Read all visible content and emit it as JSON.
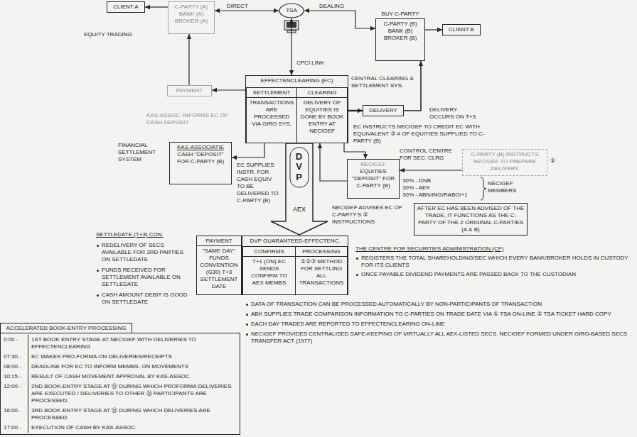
{
  "diagram": {
    "nodes": [
      {
        "text": [
          "CLIENT A"
        ]
      },
      {
        "text": [
          "C-PARTY (A) BANK (A) BROKER (A)"
        ]
      },
      {
        "text": [
          "TSA"
        ]
      },
      {
        "text": [
          "BUY C-PARTY",
          "C-PARTY (B) BANK (B) BROKER (B)"
        ]
      },
      {
        "text": [
          "CLIENT B"
        ]
      },
      {
        "text": [
          "EFFECTENCLEARING (EC)"
        ]
      },
      {
        "text": [
          "SETTLEMENT",
          "TRANSACTIONS ARE PROCESSED VIA GIRO SYS."
        ],
        "in": 5
      },
      {
        "text": [
          "CLEARING",
          "DELIVERY OF EQUITIES IS DONE BY BOOK ENTRY AT NECIGEF"
        ],
        "in": 5
      },
      {
        "text": [
          "PAYMENT"
        ]
      },
      {
        "text": [
          "DELIVERY"
        ]
      },
      {
        "text": [
          "KAS-ASSOCIATIE",
          "CASH \"DEPOSIT\" FOR C-PARTY (B)"
        ]
      },
      {
        "text": [
          "DVP",
          "AEX"
        ]
      },
      {
        "text": [
          "NECIGEF",
          "EQUITIES \"DEPOSIT\" FOR C-PARTY (B)"
        ]
      },
      {
        "text": [
          "C-PARTY (B) INSTRUCTS NECIGEF TO PREPARE DELIVERY"
        ]
      },
      {
        "text": [
          "AFTER EC HAS BEEN ADVISED OF THE TRADE, IT FUNCTIONS AS THE C-PARTY OF THE 2 ORIGINAL C-PARTIES (A & B)"
        ]
      },
      {
        "text": [
          "PAYMENT",
          "\"SAME DAY\" FUNDS CONVENTION (G30) T+3 SETTLEMENT DATE"
        ]
      },
      {
        "text": [
          "DVP GUARANTEED-EFFECTENC."
        ]
      },
      {
        "text": [
          "CONFIRMS",
          "T+1 (ON) EC SENDS CONFIRM TO AEX MEMBS"
        ],
        "in": 16
      },
      {
        "text": [
          "PROCESSING",
          "①②③ METHOD FOR SETTLING ALL TRANSACTIONS"
        ],
        "in": 16
      },
      {
        "text": [
          "ACCELERATED BOOK-ENTRY PROCESSING"
        ]
      },
      {
        "text": [
          "0:00 -",
          "1ST BOOK ENTRY STAGE AT NECIGEF WITH DELIVERIES TO EFFECTENCLEARING",
          "07:30 -",
          "EC MAKES PRO-FORMA ON DELIVERIES/RECEIPTS",
          "08:00 -",
          "DEADLINE FOR EC TO INFORM MEMBS. ON MOVEMENTS",
          "10:15 -",
          "RESULT OF CASH MOVEMENT APPROVAL BY KAS-ASSOC.",
          "12:00 -",
          "2ND BOOK-ENTRY STAGE AT Ⓝ DURING WHICH PROFORMA DELIVERIES ARE EXECUTED / DELIVERIES TO OTHER Ⓝ PARTICIPANTS ARE PROCESSED.",
          "16:00 -",
          "3RD BOOK-ENTRY STAGE AT Ⓝ DURING WHICH DELIVERIES ARE PROCESSED",
          "17:00 -",
          "EXECUTION OF CASH BY KAS-ASSOC."
        ]
      }
    ],
    "edges": [
      {
        "from": 1,
        "to": 0,
        "arrow": "to"
      },
      {
        "from": 1,
        "to": 2,
        "label": "DIRECT",
        "arrow": "both"
      },
      {
        "from": 2,
        "to": 3,
        "label": "DEALING",
        "arrow": "both"
      },
      {
        "from": 3,
        "to": 4,
        "arrow": "to"
      },
      {
        "from": 2,
        "to": 5,
        "label": "CPCI LINK",
        "arrow": "both"
      },
      {
        "from": 5,
        "to": 8,
        "arrow": "to"
      },
      {
        "from": 8,
        "to": 1,
        "arrow": "to"
      },
      {
        "from": 5,
        "to": 9,
        "arrow": "to"
      },
      {
        "from": 9,
        "to": 3,
        "arrow": "to"
      },
      {
        "from": 5,
        "to": 10,
        "label": "EC SUPPLIES INSTR. FOR CASH EQUIV TO BE DELIVERED TO C-PARTY (B)",
        "arrow": "to"
      },
      {
        "from": 5,
        "to": 12,
        "label": "EC INSTRUCTS NECIGEF TO CREDIT EC WITH EQUIVALENT ③ # OF EQUITIES SUPPLIED TO C-PARTY (B)",
        "arrow": "to"
      },
      {
        "from": 12,
        "to": 5,
        "label": "NECIGEF ADVISES EC OF C-PARTY'S ② INSTRUCTIONS",
        "arrow": "to"
      },
      {
        "from": 13,
        "to": 12,
        "arrow": "to"
      }
    ],
    "labels": [
      "EQUITY TRADING",
      "CENTRAL CLEARING & SETTLEMENT SYS.",
      "DELIVERY OCCURS ON T+3",
      "KAS-ASSOC. INFORMS EC OF CASH DEPOSIT",
      "FINANCIAL SETTLEMENT SYSTEM",
      "CONTROL CENTRE FOR SEC. CLRG",
      "①",
      "30% - DNB",
      "30% - AEX",
      "30% - ABN/ING/RABO/+1",
      "NECIGEF MEMBERS",
      "SETTLEDATE (T+3) CON.",
      "REDELIVERY OF SECS AVAILABLE FOR 3RD PARTIES ON SETTLEDATE",
      "FUNDS RECEIVED FOR SETTLEMENT AVAILABLE ON SETTLEDATE",
      "CASH AMOUNT DEBIT IS GOOD ON SETTLEDATE",
      "THE CENTRE FOR SECURITIES ADMINISTRATION (CF)",
      "REGISTERS THE TOTAL SHAREHOLDING/SEC WHICH EVERY BANK/BROKER HOLDS IN CUSTODY FOR ITS CLIENTS",
      "ONCE PAYABLE DIVIDEND PAYMENTS ARE PASSED BACK TO THE CUSTODIAN",
      "DATA OF TRANSACTION CAN BE PROCESSED AUTOMATICALLY BY NON-PARTICIPANTS OF TRANSACTION",
      "ABK SUPPLIES TRADE COMPARISON INFORMATION TO C-PARTIES ON TRADE DATE VIA ① TSA ON-LINE ② TSA TICKET HARD COPY",
      "EACH DAY TRADES ARE REPORTED TO EFFECTENCLEARING ON-LINE",
      "NECIGEF PROVIDES CENTRALISED SAFE-KEEPING OF VIRTUALLY ALL AEX-LISTED SECS. NECIGEF FORMED UNDER GIRO-BASED SECS TRANSFER ACT (1977)"
    ]
  }
}
